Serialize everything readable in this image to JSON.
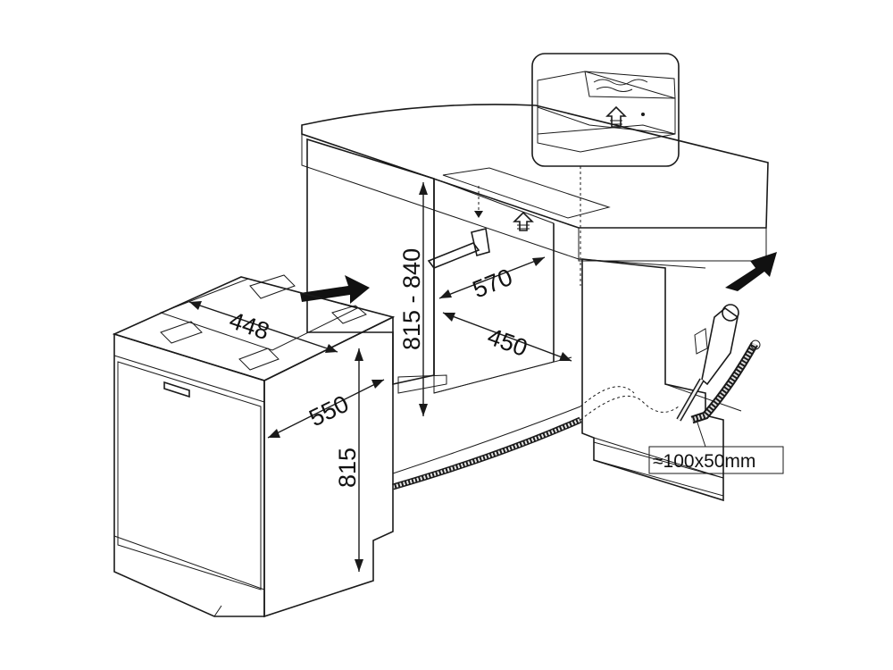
{
  "diagram": {
    "dimensions": {
      "appliance_top_width": "448",
      "appliance_depth": "550",
      "appliance_height": "815",
      "niche_height": "815 - 840",
      "niche_width": "570",
      "niche_depth": "450",
      "cutout": "≈100x50mm"
    },
    "colors": {
      "line": "#1a1a1a",
      "shade_light": "#ececec",
      "shade_mid": "#d6d6d6",
      "shade_dark": "#9a9a9a",
      "arrow_fill": "#111111"
    }
  }
}
